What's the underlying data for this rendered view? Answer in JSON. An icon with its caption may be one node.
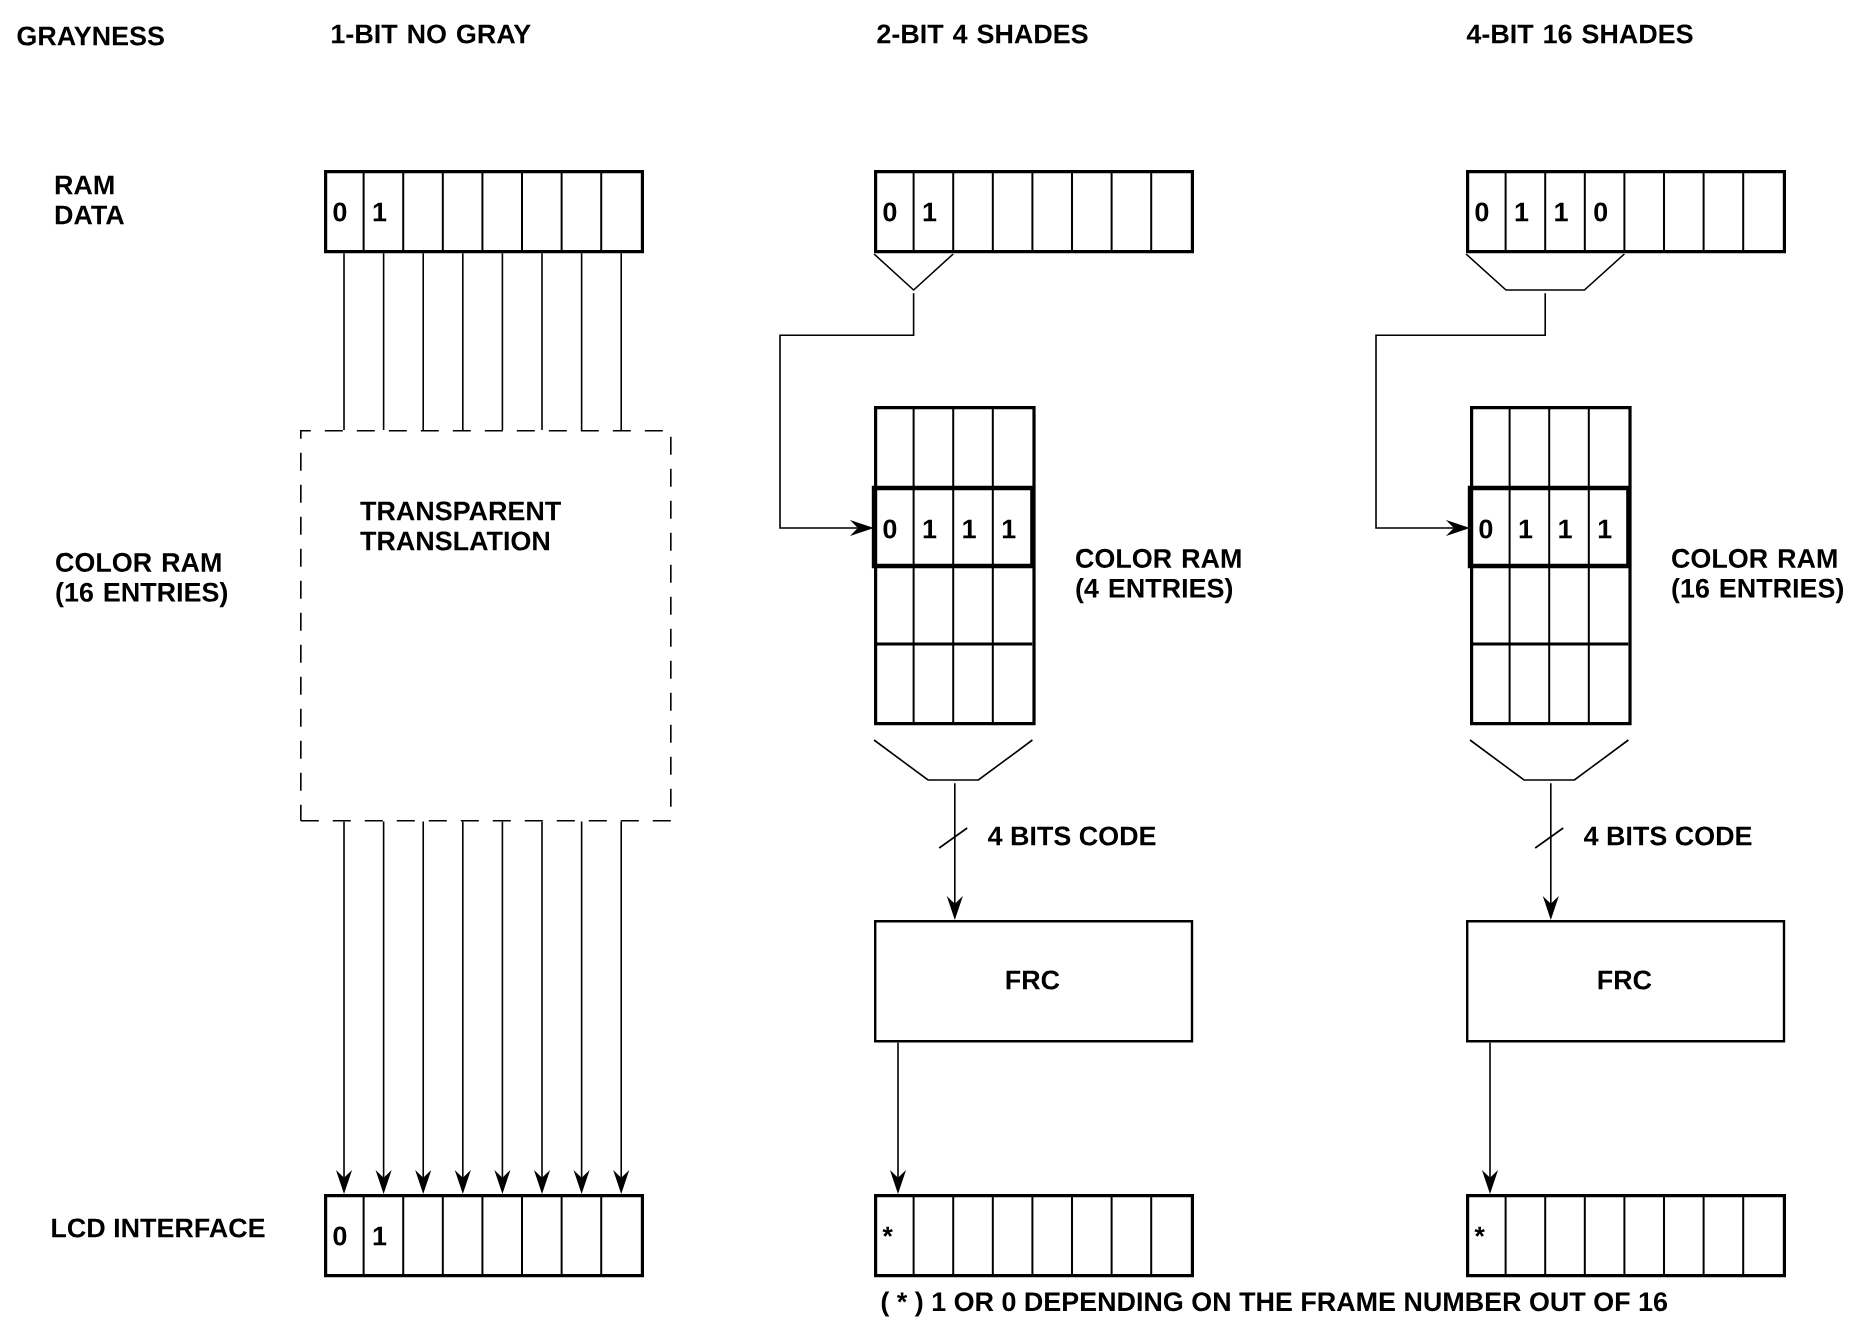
{
  "diagram": {
    "nodes": [
      {
        "text": [
          "0",
          "1"
        ]
      },
      {
        "text": [
          "TRANSPARENT TRANSLATION"
        ]
      },
      {
        "text": [
          "0",
          "1"
        ]
      },
      {
        "text": [
          "0",
          "1"
        ]
      },
      {
        "text": [
          "0",
          "1",
          "1",
          "1"
        ],
        "beside": [
          "COLOR RAM (4 ENTRIES)"
        ]
      },
      {
        "text": [
          "FRC"
        ]
      },
      {
        "text": [
          "*"
        ]
      },
      {
        "text": [
          "0",
          "1",
          "1",
          "0"
        ]
      },
      {
        "text": [
          "0",
          "1",
          "1",
          "1"
        ],
        "beside": [
          "COLOR RAM (16 ENTRIES)"
        ]
      },
      {
        "text": [
          "FRC"
        ]
      },
      {
        "text": [
          "*"
        ]
      }
    ],
    "edges": [
      {
        "from": 0,
        "to": 1,
        "arrow": "none"
      },
      {
        "from": 0,
        "to": 1,
        "arrow": "none"
      },
      {
        "from": 0,
        "to": 1,
        "arrow": "none"
      },
      {
        "from": 0,
        "to": 1,
        "arrow": "none"
      },
      {
        "from": 0,
        "to": 1,
        "arrow": "none"
      },
      {
        "from": 0,
        "to": 1,
        "arrow": "none"
      },
      {
        "from": 0,
        "to": 1,
        "arrow": "none"
      },
      {
        "from": 0,
        "to": 1,
        "arrow": "none"
      },
      {
        "from": 1,
        "to": 2,
        "arrow": "to"
      },
      {
        "from": 1,
        "to": 2,
        "arrow": "to"
      },
      {
        "from": 1,
        "to": 2,
        "arrow": "to"
      },
      {
        "from": 1,
        "to": 2,
        "arrow": "to"
      },
      {
        "from": 1,
        "to": 2,
        "arrow": "to"
      },
      {
        "from": 1,
        "to": 2,
        "arrow": "to"
      },
      {
        "from": 1,
        "to": 2,
        "arrow": "to"
      },
      {
        "from": 1,
        "to": 2,
        "arrow": "to"
      },
      {
        "from": 3,
        "to": 4,
        "arrow": "to"
      },
      {
        "from": 4,
        "to": 5,
        "arrow": "to",
        "label": "4 BITS CODE"
      },
      {
        "from": 5,
        "to": 6,
        "arrow": "to"
      },
      {
        "from": 7,
        "to": 8,
        "arrow": "to"
      },
      {
        "from": 8,
        "to": 9,
        "arrow": "to",
        "label": "4 BITS CODE"
      },
      {
        "from": 9,
        "to": 10,
        "arrow": "to"
      }
    ],
    "labels": [
      "GRAYNESS",
      "1-BIT NO GRAY",
      "2-BIT 4 SHADES",
      "4-BIT 16 SHADES",
      "RAM DATA",
      "COLOR RAM (16 ENTRIES)",
      "LCD INTERFACE",
      "( * ) 1 OR 0 DEPENDING ON THE FRAME NUMBER OUT OF 16"
    ]
  }
}
